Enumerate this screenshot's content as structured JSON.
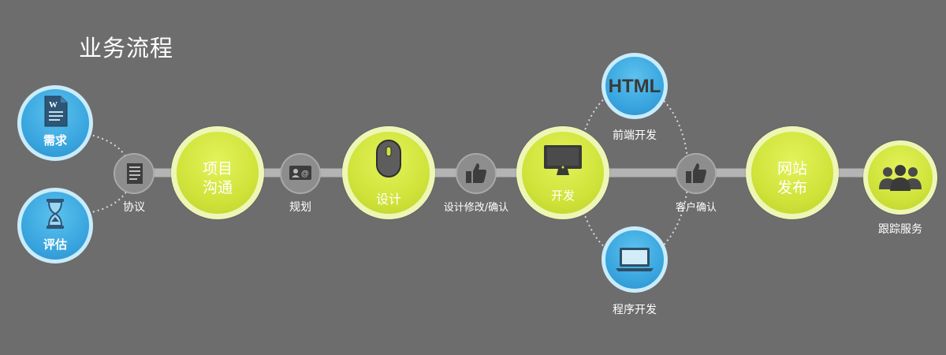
{
  "page": {
    "title": "业务流程"
  },
  "nodes": {
    "xuqiu": "需求",
    "pinggu": "评估",
    "xieyi": "协议",
    "xiangmu_line1": "项目",
    "xiangmu_line2": "沟通",
    "guihua": "规划",
    "sheji": "设计",
    "sheji_xiugai": "设计修改/确认",
    "kaifa": "开发",
    "html": "HTML",
    "qianduan": "前端开发",
    "chengxu": "程序开发",
    "kehu_queren": "客户确认",
    "wangzhan_line1": "网站",
    "wangzhan_line2": "发布",
    "genzong": "跟踪服务"
  },
  "colors": {
    "background": "#6d6d6d",
    "green": "#cfe33a",
    "blue": "#3aa6df",
    "gray": "#8d8d8d",
    "connector": "#b4b4b4"
  },
  "icons": {
    "xuqiu": "word-document-icon",
    "pinggu": "hourglass-icon",
    "xieyi": "document-icon",
    "guihua": "contact-card-icon",
    "sheji": "mouse-icon",
    "sheji_xiugai": "thumbs-up-icon",
    "kaifa": "monitor-icon",
    "chengxu": "laptop-icon",
    "kehu_queren": "thumbs-up-icon",
    "genzong": "users-icon"
  }
}
